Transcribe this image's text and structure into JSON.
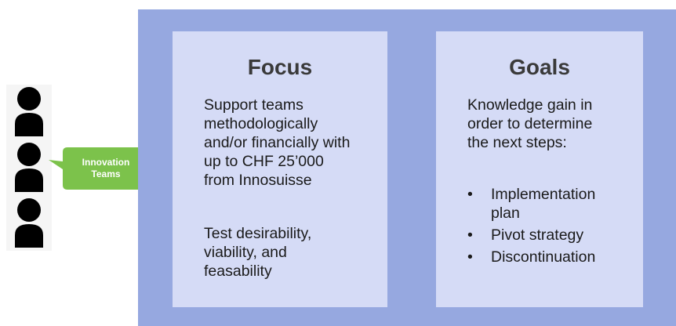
{
  "team": {
    "label": "Innovation\nTeams",
    "callout_color": "#7cc24b",
    "person_count": 3,
    "person_icon": "person-silhouette-icon"
  },
  "diagram": {
    "panel_color": "#96a8e0",
    "box_color": "#d5dbf6",
    "arrow_color": "#dde2f8",
    "focus": {
      "title": "Focus",
      "paragraph1": "Support teams\nmethodologically\nand/or financially with\nup to CHF 25’000\nfrom Innosuisse",
      "paragraph2": "Test desirability,\nviability, and\nfeasability"
    },
    "goals": {
      "title": "Goals",
      "intro": "Knowledge gain in\norder to determine\nthe next steps:",
      "bullet_symbol": "•",
      "bullets": [
        "Implementation\nplan",
        "Pivot strategy",
        "Discontinuation"
      ]
    }
  }
}
